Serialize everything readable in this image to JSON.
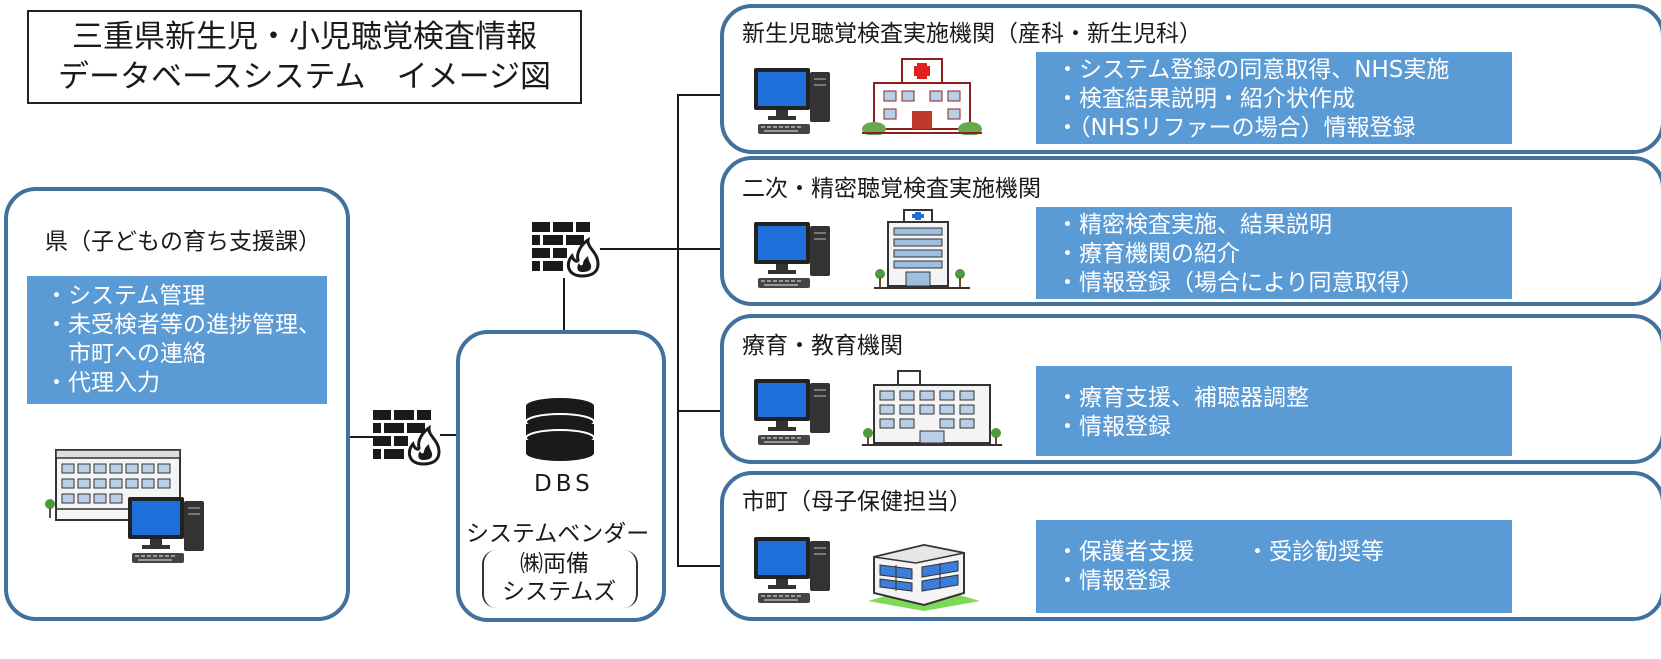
{
  "title": {
    "line1": "三重県新生児・小児聴覚検査情報",
    "line2": "データベースシステム　イメージ図"
  },
  "prefecture": {
    "label": "県（子どもの育ち支援課）",
    "items": [
      "・システム管理",
      "・未受検者等の進捗管理、",
      "　市町への連絡",
      "・代理入力"
    ]
  },
  "vendor": {
    "db_label": "DBS",
    "name_line1": "システムベンダー",
    "name_line2": "㈱両備",
    "name_line3": "システムズ"
  },
  "institutions": [
    {
      "label": "新生児聴覚検査実施機関（産科・新生児科）",
      "items": [
        "・システム登録の同意取得、NHS実施",
        "・検査結果説明・紹介状作成",
        "・（NHSリファーの場合）情報登録"
      ]
    },
    {
      "label": "二次・精密聴覚検査実施機関",
      "items": [
        "・精密検査実施、結果説明",
        "・療育機関の紹介",
        "・情報登録（場合により同意取得）"
      ]
    },
    {
      "label": "療育・教育機関",
      "items": [
        "・療育支援、補聴器調整",
        "・情報登録"
      ]
    },
    {
      "label": "市町（母子保健担当）",
      "items": [
        "・保護者支援",
        "・受診勧奨等",
        "・情報登録"
      ]
    }
  ],
  "colors": {
    "box_border": "#41719c",
    "info_fill": "#5b9bd5",
    "line": "#1a1a1a",
    "hospital_cross": "#e02020"
  },
  "icons": [
    "computer-icon",
    "hospital-icon",
    "medical-building-icon",
    "school-building-icon",
    "municipal-office-icon",
    "firewall-icon",
    "database-icon"
  ]
}
